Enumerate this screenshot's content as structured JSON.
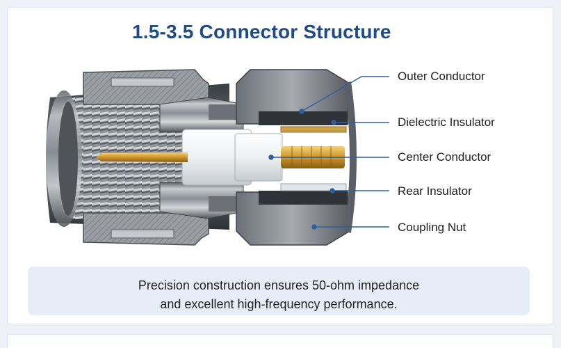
{
  "title": "1.5-3.5 Connector Structure",
  "labels": [
    {
      "text": "Outer Conductor"
    },
    {
      "text": "Dielectric Insulator"
    },
    {
      "text": "Center Conductor"
    },
    {
      "text": "Rear Insulator"
    },
    {
      "text": "Coupling Nut"
    }
  ],
  "note": {
    "line1": "Precision construction ensures 50-ohm impedance",
    "line2": "and excellent high-frequency performance."
  },
  "colors": {
    "title": "#1f4c86",
    "leader": "#2d5fa3",
    "note_bg": "#e6edf6",
    "gold": "#d7a23a"
  }
}
